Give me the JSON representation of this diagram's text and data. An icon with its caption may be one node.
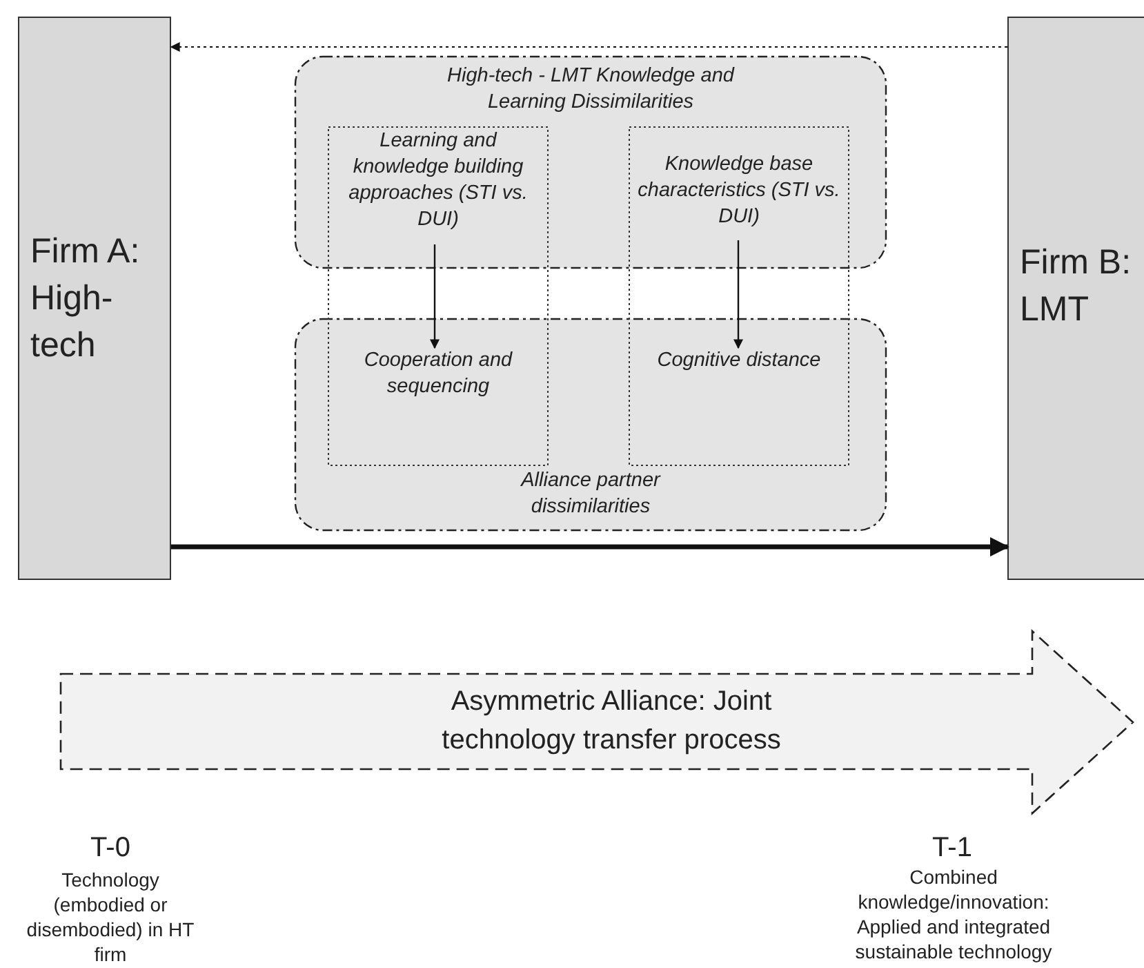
{
  "diagram": {
    "nodes": [
      {
        "text": [
          "Firm A: High-tech"
        ]
      },
      {
        "text": [
          "Firm B: LMT"
        ]
      },
      {
        "text": [
          "High-tech - LMT Knowledge and Learning Dissimilarities"
        ]
      },
      {
        "text": [
          "Learning and knowledge building approaches (STI vs. DUI)"
        ],
        "in": 2
      },
      {
        "text": [
          "Knowledge base characteristics (STI vs. DUI)"
        ],
        "in": 2
      },
      {
        "text": [
          "Alliance partner dissimilarities"
        ]
      },
      {
        "text": [
          "Cooperation and sequencing"
        ],
        "in": 5
      },
      {
        "text": [
          "Cognitive distance"
        ],
        "in": 5
      },
      {
        "text": [
          "Asymmetric Alliance: Joint technology transfer process"
        ]
      }
    ],
    "edges": [
      {
        "from": 1,
        "to": 0,
        "arrow": "to",
        "style": "dashed"
      },
      {
        "from": 0,
        "to": 1,
        "arrow": "to",
        "style": "thick"
      },
      {
        "from": 3,
        "to": 6,
        "arrow": "to"
      },
      {
        "from": 4,
        "to": 7,
        "arrow": "to"
      }
    ],
    "labels": [
      "T-0",
      "T-1",
      "Technology (embodied or disembodied) in HT firm",
      "Combined knowledge/innovation: Applied and integrated sustainable technology"
    ]
  }
}
